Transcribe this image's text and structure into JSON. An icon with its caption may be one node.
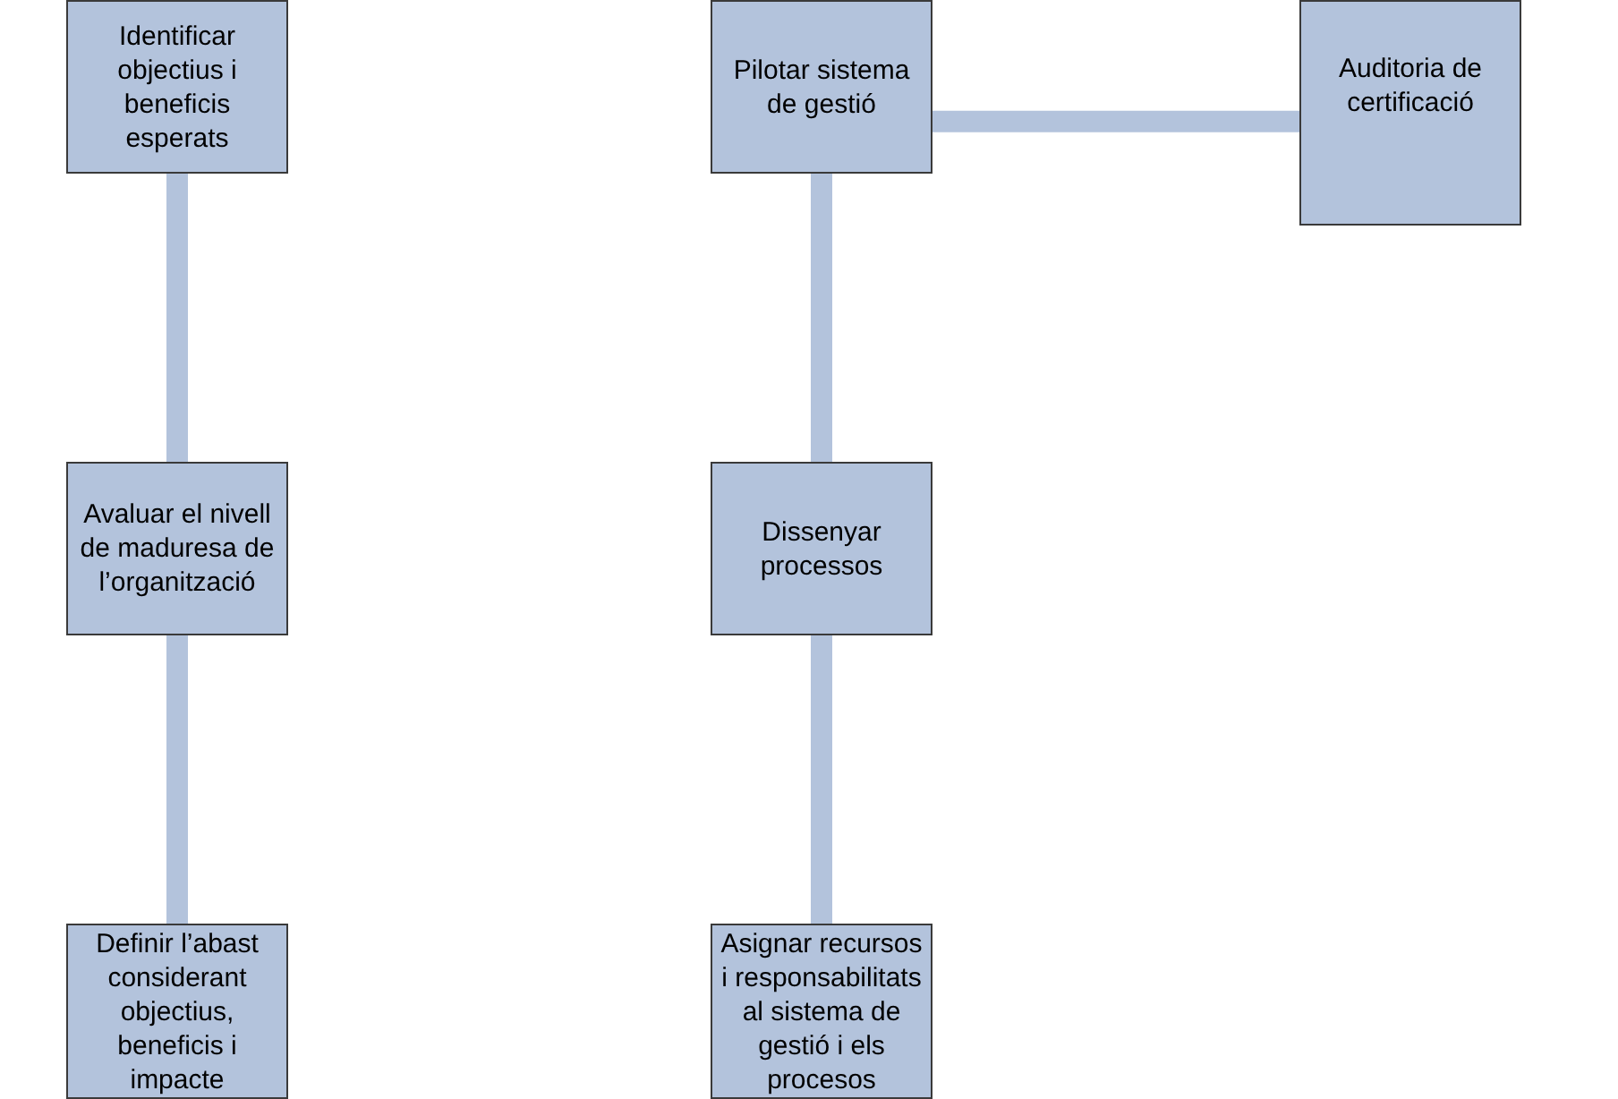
{
  "diagram": {
    "nodes": [
      {
        "text": [
          "Identificar objectius i beneficis esperats"
        ]
      },
      {
        "text": [
          "Avaluar el nivell de maduresa de l’organització"
        ]
      },
      {
        "text": [
          "Definir l’abast considerant objectius, beneficis i impacte"
        ]
      },
      {
        "text": [
          "Pilotar sistema de gestió"
        ]
      },
      {
        "text": [
          "Dissenyar processos"
        ]
      },
      {
        "text": [
          "Asignar recursos i responsabilitats al sistema de gestió i els procesos"
        ]
      },
      {
        "text": [
          "Auditoria de certificació"
        ]
      }
    ],
    "edges": [
      {
        "from": 0,
        "to": 1,
        "arrow": "none"
      },
      {
        "from": 1,
        "to": 2,
        "arrow": "none"
      },
      {
        "from": 3,
        "to": 4,
        "arrow": "none"
      },
      {
        "from": 4,
        "to": 5,
        "arrow": "none"
      },
      {
        "from": 3,
        "to": 6,
        "arrow": "none"
      }
    ]
  }
}
